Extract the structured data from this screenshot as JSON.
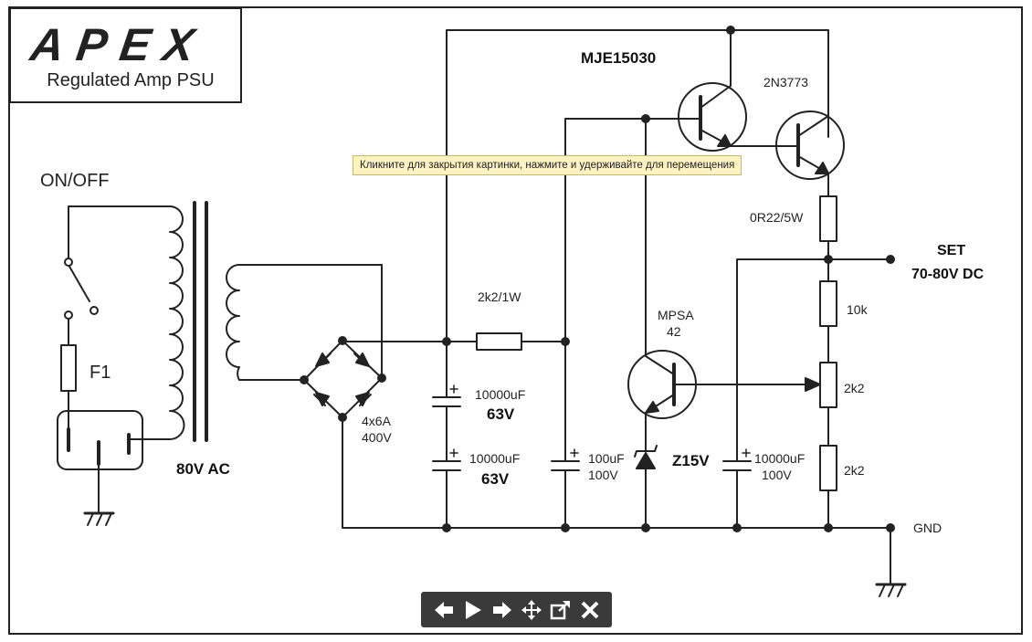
{
  "logo": {
    "brand": "APEX",
    "subtitle": "Regulated Amp PSU"
  },
  "labels": {
    "switch": "ON/OFF",
    "fuse": "F1",
    "ac": "80V AC",
    "bridge_1": "4x6A",
    "bridge_2": "400V",
    "resistor_feed": "2k2/1W",
    "cap1_value": "10000uF",
    "cap1_voltage": "63V",
    "cap2_value": "10000uF",
    "cap2_voltage": "63V",
    "cap3_value": "100uF",
    "cap3_voltage": "100V",
    "zener": "Z15V",
    "cap4_value": "10000uF",
    "cap4_voltage": "100V",
    "driver_transistor": "MJE15030",
    "power_transistor": "2N3773",
    "emitter_resistor": "0R22/5W",
    "output_line1": "SET",
    "output_line2": "70-80V DC",
    "r_top": "10k",
    "pot": "2k2",
    "r_bottom": "2k2",
    "ground": "GND",
    "error_amp_1": "MPSA",
    "error_amp_2": "42"
  },
  "tooltip": "Кликните для закрытия картинки, нажмите и удерживайте для перемещения",
  "toolbar": {
    "buttons": [
      {
        "icon": "arrow-left-icon"
      },
      {
        "icon": "play-icon"
      },
      {
        "icon": "arrow-right-icon"
      },
      {
        "icon": "move-icon"
      },
      {
        "icon": "external-link-icon"
      },
      {
        "icon": "close-icon"
      }
    ]
  },
  "colors": {
    "ink": "#222222",
    "toolbar": "#3a3a3a",
    "tooltip": "#fdf3c2"
  }
}
